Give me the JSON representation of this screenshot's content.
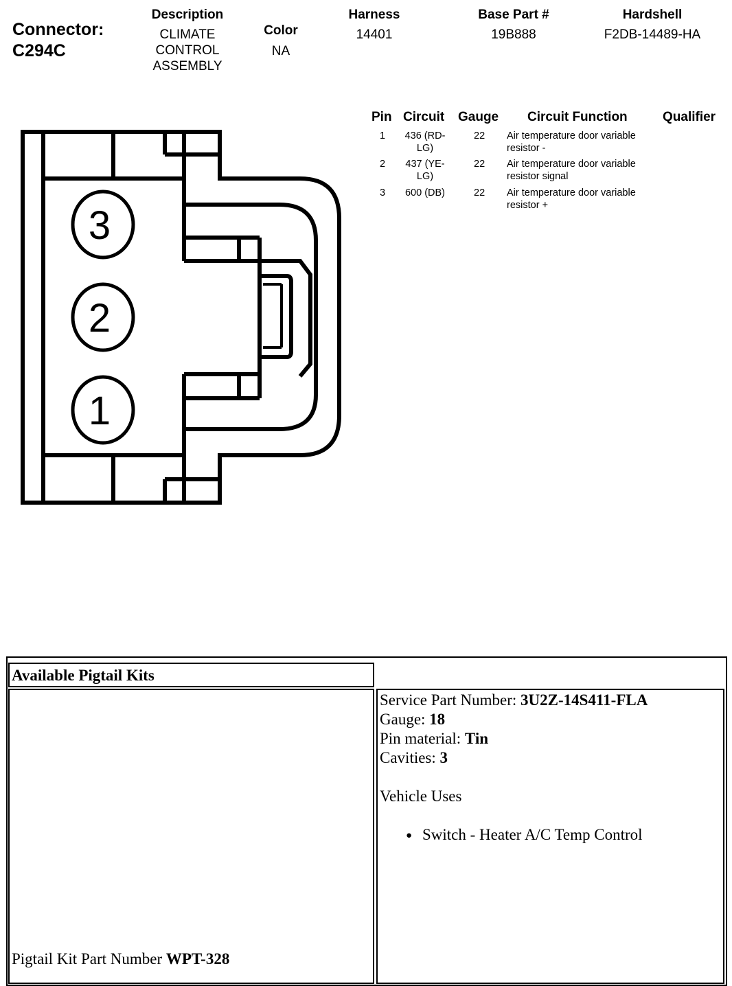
{
  "connector": {
    "label": "Connector:",
    "id": "C294C"
  },
  "header": {
    "description_label": "Description",
    "description_lines": [
      "CLIMATE",
      "CONTROL",
      "ASSEMBLY"
    ],
    "color_label": "Color",
    "color_value": "NA",
    "harness_label": "Harness",
    "harness_value": "14401",
    "base_part_label": "Base Part #",
    "base_part_value": "19B888",
    "hardshell_label": "Hardshell",
    "hardshell_value": "F2DB-14489-HA"
  },
  "diagram": {
    "cavity_labels": [
      "3",
      "2",
      "1"
    ]
  },
  "pin_table": {
    "headers": [
      "Pin",
      "Circuit",
      "Gauge",
      "Circuit Function",
      "Qualifier"
    ],
    "rows": [
      {
        "pin": "1",
        "circuit": [
          "436 (RD-",
          "LG)"
        ],
        "gauge": "22",
        "function": [
          "Air temperature door variable",
          "resistor -"
        ],
        "qualifier": ""
      },
      {
        "pin": "2",
        "circuit": [
          "437 (YE-",
          "LG)"
        ],
        "gauge": "22",
        "function": [
          "Air temperature door variable",
          "resistor signal"
        ],
        "qualifier": ""
      },
      {
        "pin": "3",
        "circuit": [
          "600 (DB)"
        ],
        "gauge": "22",
        "function": [
          "Air temperature door variable",
          "resistor +"
        ],
        "qualifier": ""
      }
    ]
  },
  "pigtail": {
    "heading": "Available Pigtail Kits",
    "service_part_label": "Service Part Number: ",
    "service_part_value": "3U2Z-14S411-FLA",
    "gauge_label": "Gauge: ",
    "gauge_value": "18",
    "pin_material_label": "Pin material: ",
    "pin_material_value": "Tin",
    "cavities_label": "Cavities: ",
    "cavities_value": "3",
    "vehicle_uses_label": "Vehicle Uses",
    "vehicle_uses": [
      "Switch - Heater A/C Temp Control"
    ],
    "kit_part_label": "Pigtail Kit Part Number ",
    "kit_part_value": "WPT-328"
  }
}
